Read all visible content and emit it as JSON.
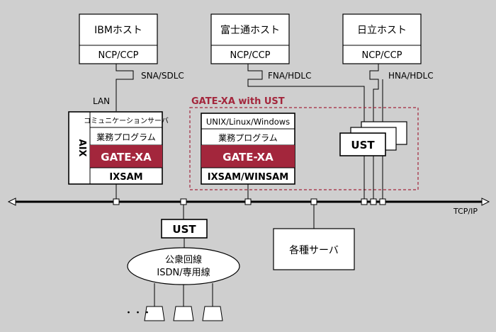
{
  "hosts": [
    {
      "name": "IBMホスト",
      "ccp": "NCP/CCP",
      "protocol": "SNA/SDLC"
    },
    {
      "name": "富士通ホスト",
      "ccp": "NCP/CCP",
      "protocol": "FNA/HDLC"
    },
    {
      "name": "日立ホスト",
      "ccp": "NCP/CCP",
      "protocol": "HNA/HDLC"
    }
  ],
  "lan_label": "LAN",
  "aix_server": {
    "side_label": "AIX",
    "rows": [
      "コミュニケーションサーバ",
      "業務プログラム",
      "GATE-XA",
      "IXSAM"
    ]
  },
  "ust_group": {
    "title": "GATE-XA with UST",
    "rows": [
      "UNIX/Linux/Windows",
      "業務プログラム",
      "GATE-XA",
      "IXSAM/WINSAM"
    ],
    "ust_label": "UST"
  },
  "network_label": "TCP/IP",
  "lower_ust_label": "UST",
  "server_label": "各種サーバ",
  "cloud": {
    "line1": "公衆回線",
    "line2": "ISDN/専用線"
  },
  "ellipsis": "・・・",
  "colors": {
    "accent": "#a3263c",
    "dashed": "#a3263c",
    "box": "#ffffff",
    "background": "#cfcfcf"
  }
}
